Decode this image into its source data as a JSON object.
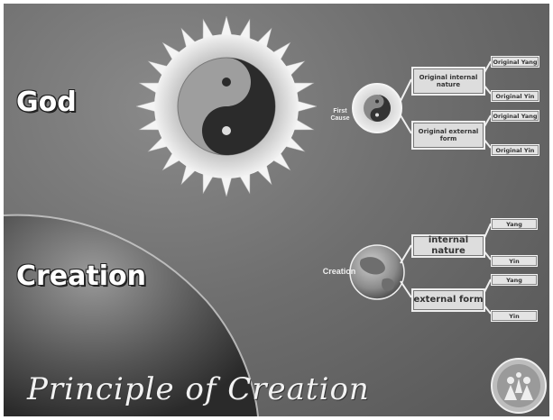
{
  "headings": {
    "god": "God",
    "creation": "Creation"
  },
  "title": "Principle of Creation",
  "god_diagram": {
    "source_label": "First Cause",
    "nodes": [
      {
        "label": "Original internal nature",
        "children": [
          "Original Yang",
          "Original Yin"
        ]
      },
      {
        "label": "Original external form",
        "children": [
          "Original Yang",
          "Original Yin"
        ]
      }
    ]
  },
  "creation_diagram": {
    "source_label": "Creation",
    "nodes": [
      {
        "label": "internal nature",
        "children": [
          "Yang",
          "Yin"
        ]
      },
      {
        "label": "external form",
        "children": [
          "Yang",
          "Yin"
        ]
      }
    ]
  },
  "colors": {
    "background": "#6f6f6f",
    "box_fill": "#dddddd",
    "text_light": "#ffffff"
  },
  "icons": [
    "sun-yin-yang-icon",
    "yin-yang-icon",
    "earth-icon",
    "planet-horizon",
    "family-logo-icon"
  ]
}
